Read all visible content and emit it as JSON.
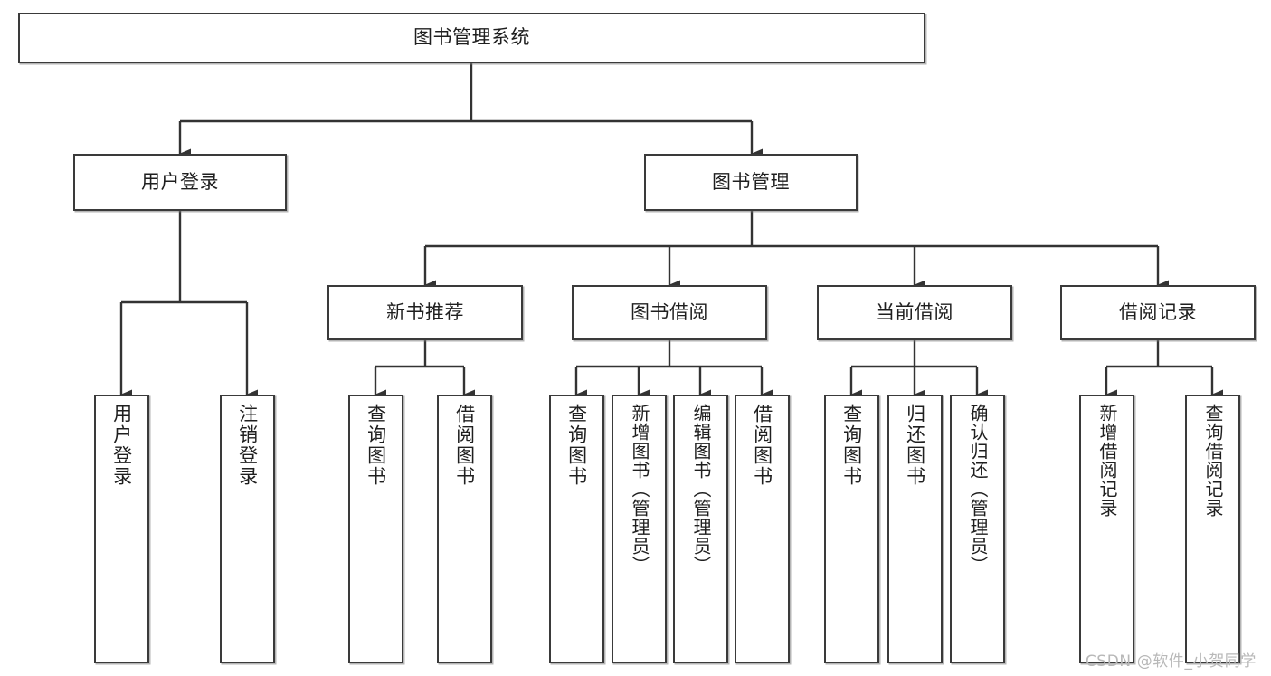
{
  "diagram": {
    "type": "tree-hierarchy-chart",
    "title": "图书管理系统",
    "background_color": "#ffffff",
    "box_border_color": "#3a3a3a",
    "connector_color": "#333333",
    "text_color": "#1f1f1f",
    "root": {
      "id": "root",
      "label": "图书管理系统",
      "level": 1
    },
    "level2": [
      {
        "id": "user-login",
        "label": "用户登录",
        "level": 2
      },
      {
        "id": "book-manage",
        "label": "图书管理",
        "level": 2
      }
    ],
    "level3": [
      {
        "id": "new-book-recommend",
        "label": "新书推荐",
        "level": 3,
        "parent": "book-manage"
      },
      {
        "id": "book-borrow",
        "label": "图书借阅",
        "level": 3,
        "parent": "book-manage"
      },
      {
        "id": "current-borrow",
        "label": "当前借阅",
        "level": 3,
        "parent": "book-manage"
      },
      {
        "id": "borrow-record",
        "label": "借阅记录",
        "level": 3,
        "parent": "book-manage"
      }
    ],
    "leaves": [
      {
        "id": "leaf-user-login",
        "label": "用户登录",
        "parent": "user-login"
      },
      {
        "id": "leaf-logout-login",
        "label": "注销登录",
        "parent": "user-login"
      },
      {
        "id": "leaf-query-book-rec",
        "label": "查询图书",
        "parent": "new-book-recommend"
      },
      {
        "id": "leaf-borrow-book-rec",
        "label": "借阅图书",
        "parent": "new-book-recommend"
      },
      {
        "id": "leaf-query-book-borrow",
        "label": "查询图书",
        "parent": "book-borrow"
      },
      {
        "id": "leaf-add-book-admin",
        "label": "新增图书（管理员）",
        "parent": "book-borrow"
      },
      {
        "id": "leaf-edit-book-admin",
        "label": "编辑图书（管理员）",
        "parent": "book-borrow"
      },
      {
        "id": "leaf-borrow-book",
        "label": "借阅图书",
        "parent": "book-borrow"
      },
      {
        "id": "leaf-query-book-current",
        "label": "查询图书",
        "parent": "current-borrow"
      },
      {
        "id": "leaf-return-book",
        "label": "归还图书",
        "parent": "current-borrow"
      },
      {
        "id": "leaf-confirm-return-admin",
        "label": "确认归还（管理员）",
        "parent": "current-borrow"
      },
      {
        "id": "leaf-add-borrow-record",
        "label": "新增借阅记录",
        "parent": "borrow-record"
      },
      {
        "id": "leaf-query-borrow-record",
        "label": "查询借阅记录",
        "parent": "borrow-record"
      }
    ]
  },
  "watermark": {
    "text": "CSDN @软件_小贺同学"
  }
}
